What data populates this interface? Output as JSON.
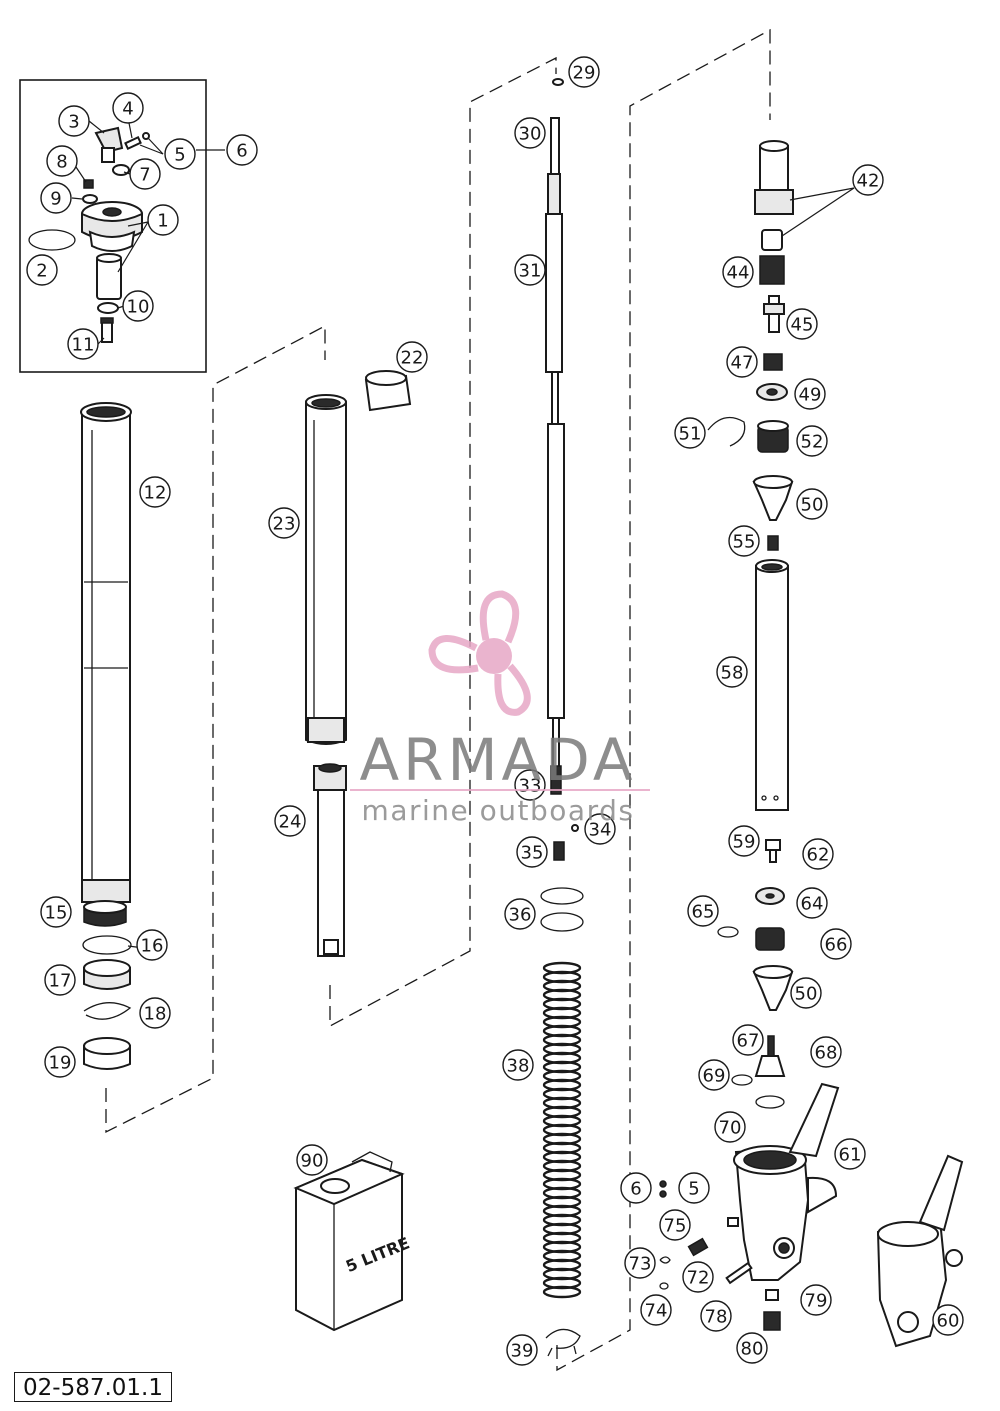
{
  "document_id": "02-587.01.1",
  "watermark": {
    "brand": "ARMADA",
    "tagline": "marine outboards",
    "color": "#e7a8c6"
  },
  "canister_label": "5 LITRE",
  "callouts": [
    {
      "label": "1"
    },
    {
      "label": "2"
    },
    {
      "label": "3"
    },
    {
      "label": "4"
    },
    {
      "label": "5"
    },
    {
      "label": "6"
    },
    {
      "label": "7"
    },
    {
      "label": "8"
    },
    {
      "label": "9"
    },
    {
      "label": "10"
    },
    {
      "label": "11"
    },
    {
      "label": "12"
    },
    {
      "label": "15"
    },
    {
      "label": "16"
    },
    {
      "label": "17"
    },
    {
      "label": "18"
    },
    {
      "label": "19"
    },
    {
      "label": "22"
    },
    {
      "label": "23"
    },
    {
      "label": "24"
    },
    {
      "label": "29"
    },
    {
      "label": "30"
    },
    {
      "label": "31"
    },
    {
      "label": "33"
    },
    {
      "label": "34"
    },
    {
      "label": "35"
    },
    {
      "label": "36"
    },
    {
      "label": "38"
    },
    {
      "label": "39"
    },
    {
      "label": "42"
    },
    {
      "label": "44"
    },
    {
      "label": "45"
    },
    {
      "label": "47"
    },
    {
      "label": "49"
    },
    {
      "label": "50"
    },
    {
      "label": "51"
    },
    {
      "label": "52"
    },
    {
      "label": "50"
    },
    {
      "label": "55"
    },
    {
      "label": "58"
    },
    {
      "label": "59"
    },
    {
      "label": "62"
    },
    {
      "label": "64"
    },
    {
      "label": "65"
    },
    {
      "label": "66"
    },
    {
      "label": "67"
    },
    {
      "label": "68"
    },
    {
      "label": "69"
    },
    {
      "label": "70"
    },
    {
      "label": "61"
    },
    {
      "label": "6"
    },
    {
      "label": "5"
    },
    {
      "label": "75"
    },
    {
      "label": "73"
    },
    {
      "label": "72"
    },
    {
      "label": "74"
    },
    {
      "label": "78"
    },
    {
      "label": "79"
    },
    {
      "label": "80"
    },
    {
      "label": "60"
    },
    {
      "label": "90"
    }
  ]
}
